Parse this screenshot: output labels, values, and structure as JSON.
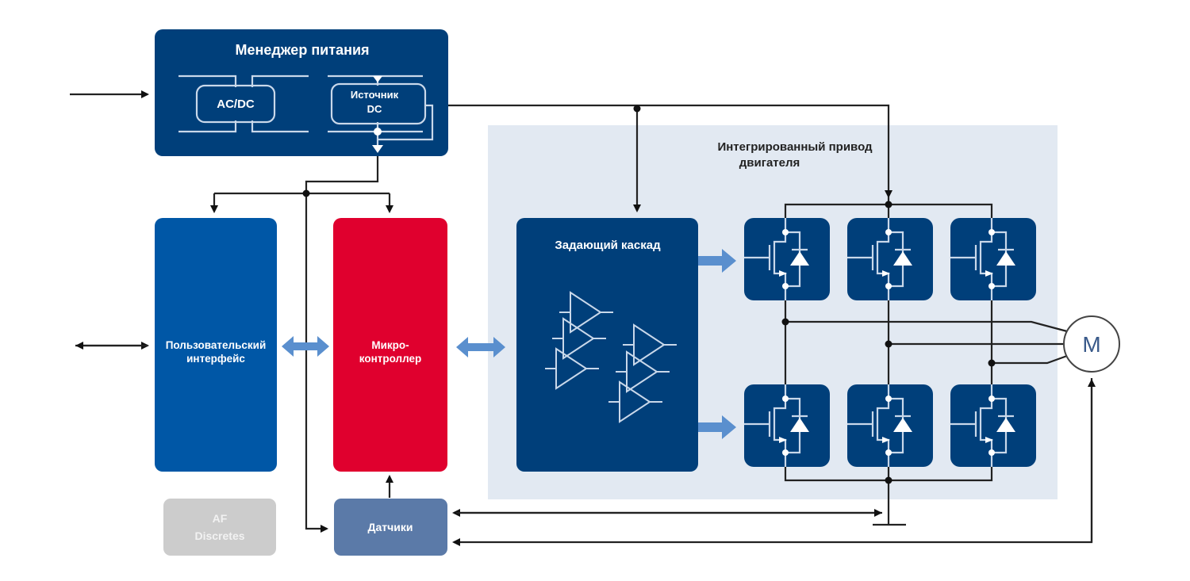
{
  "diagram": {
    "power_manager": {
      "title": "Менеджер питания",
      "acdc": "AC/DC",
      "dc_source_line1": "Источник",
      "dc_source_line2": "DC"
    },
    "motor_drive_area": {
      "title_line1": "Интегрированный привод",
      "title_line2": "двигателя"
    },
    "driver_stage": {
      "title": "Задающий каскад"
    },
    "user_interface": {
      "line1": "Пользовательский",
      "line2": "интерфейс"
    },
    "microcontroller": {
      "line1": "Микро-",
      "line2": "контроллер"
    },
    "sensors": {
      "title": "Датчики"
    },
    "af_discretes": {
      "line1": "AF",
      "line2": "Discretes"
    },
    "motor": {
      "label": "M"
    },
    "colors": {
      "dark_blue": "#003f7a",
      "ui_blue": "#0057a6",
      "mcu_red": "#e0002e",
      "sensor_blue": "#5b7aa8",
      "af_gray": "#cccccc",
      "area_bg": "#e2e9f2",
      "bus_arrow": "#5a8fce",
      "wire": "#222222"
    }
  }
}
